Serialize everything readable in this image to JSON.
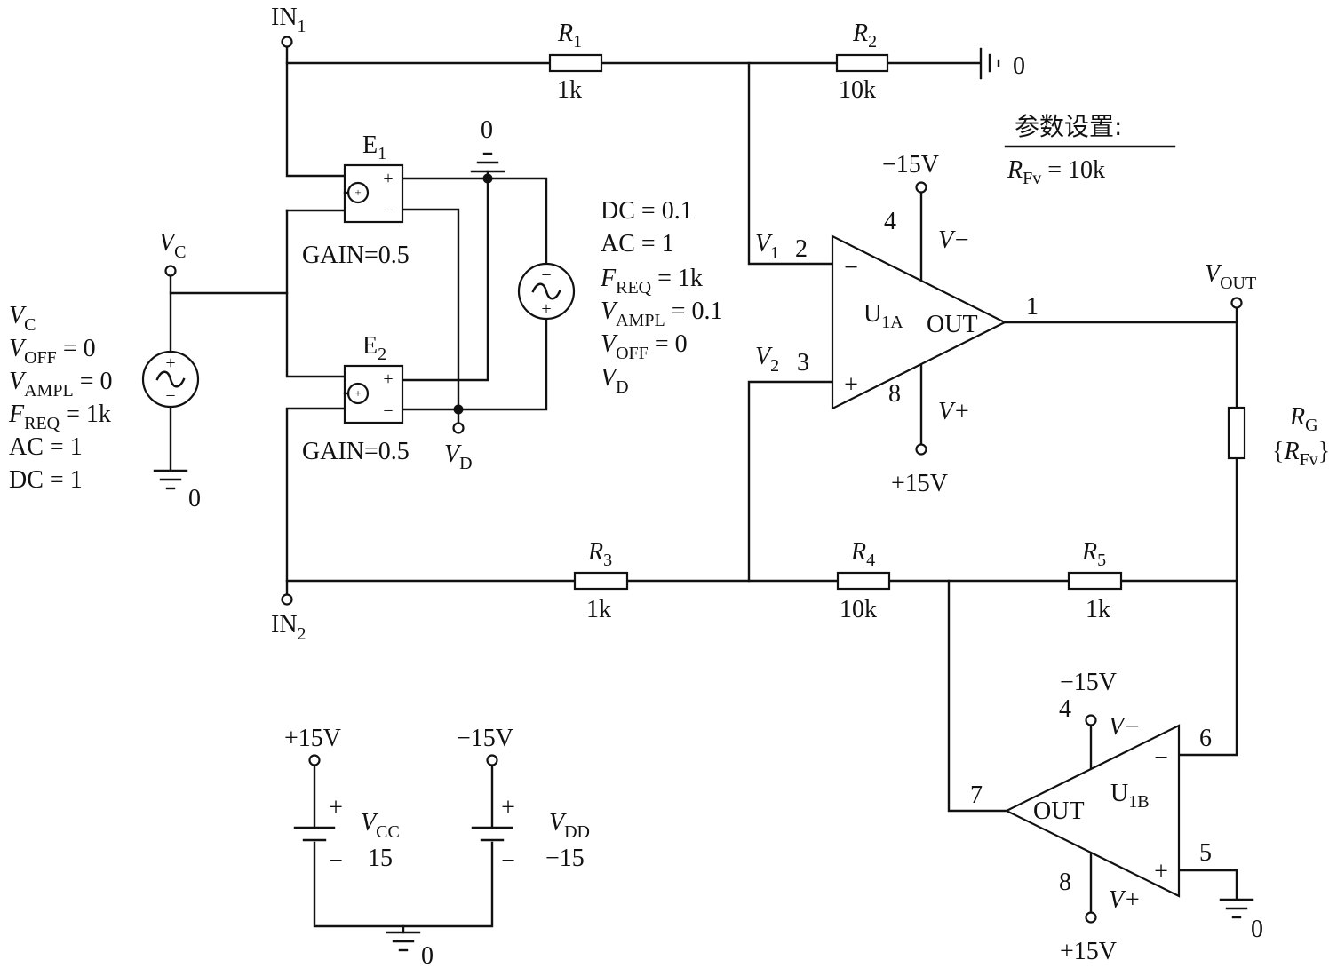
{
  "in1": {
    "main": "IN",
    "sub": "1"
  },
  "in2": {
    "main": "IN",
    "sub": "2"
  },
  "r1": {
    "name": "R",
    "sub": "1",
    "value": "1k"
  },
  "r2": {
    "name": "R",
    "sub": "2",
    "value": "10k"
  },
  "r3": {
    "name": "R",
    "sub": "3",
    "value": "1k"
  },
  "r4": {
    "name": "R",
    "sub": "4",
    "value": "10k"
  },
  "r5": {
    "name": "R",
    "sub": "5",
    "value": "1k"
  },
  "rg": {
    "name": "R",
    "sub": "G",
    "value_open": "{",
    "value_name": "R",
    "value_sub": "Fv",
    "value_close": "}"
  },
  "ground_label": "0",
  "params": {
    "title": "参数设置:",
    "name": "R",
    "sub": "Fv",
    "rest": " = 10k"
  },
  "e1": {
    "name": "E",
    "sub": "1",
    "gain": "GAIN=0.5"
  },
  "e2": {
    "name": "E",
    "sub": "2",
    "gain": "GAIN=0.5"
  },
  "vc": {
    "name": "V",
    "sub": "C"
  },
  "vd": {
    "name": "V",
    "sub": "D"
  },
  "vc_params": {
    "l1_n": "V",
    "l1_s": "C",
    "l2_n": "V",
    "l2_s": "OFF",
    "l2_r": " = 0",
    "l3_n": "V",
    "l3_s": "AMPL",
    "l3_r": " = 0",
    "l4_n": "F",
    "l4_s": "REQ",
    "l4_r": " = 1k",
    "l5": "AC = 1",
    "l6": "DC = 1"
  },
  "vd_params": {
    "l1": "DC = 0.1",
    "l2": "AC = 1",
    "l3_n": "F",
    "l3_s": "REQ",
    "l3_r": " = 1k",
    "l4_n": "V",
    "l4_s": "AMPL",
    "l4_r": " = 0.1",
    "l5_n": "V",
    "l5_s": "OFF",
    "l5_r": " = 0",
    "l6_n": "V",
    "l6_s": "D"
  },
  "u1a": {
    "name": "U",
    "sub": "1A",
    "out": "OUT",
    "pin_inv": "2",
    "pin_noninv": "3",
    "pin_out": "1",
    "pin_vm": "4",
    "pin_vp": "8",
    "vminus": "V−",
    "vplus": "V+",
    "supply_neg": "−15V",
    "supply_pos": "+15V",
    "in_minus_sign": "−",
    "in_plus_sign": "+"
  },
  "u1b": {
    "name": "U",
    "sub": "1B",
    "out": "OUT",
    "pin_inv": "6",
    "pin_noninv": "5",
    "pin_out": "7",
    "pin_vm": "4",
    "pin_vp": "8",
    "vminus": "V−",
    "vplus": "V+",
    "supply_neg": "−15V",
    "supply_pos": "+15V",
    "in_minus_sign": "−",
    "in_plus_sign": "+"
  },
  "v1": {
    "name": "V",
    "sub": "1"
  },
  "v2": {
    "name": "V",
    "sub": "2"
  },
  "vout": {
    "name": "V",
    "sub": "OUT"
  },
  "vcc": {
    "name": "V",
    "sub": "CC",
    "value": "15",
    "node": "+15V"
  },
  "vdd": {
    "name": "V",
    "sub": "DD",
    "value": "−15",
    "node": "−15V"
  },
  "signs": {
    "plus": "+",
    "minus": "−"
  }
}
